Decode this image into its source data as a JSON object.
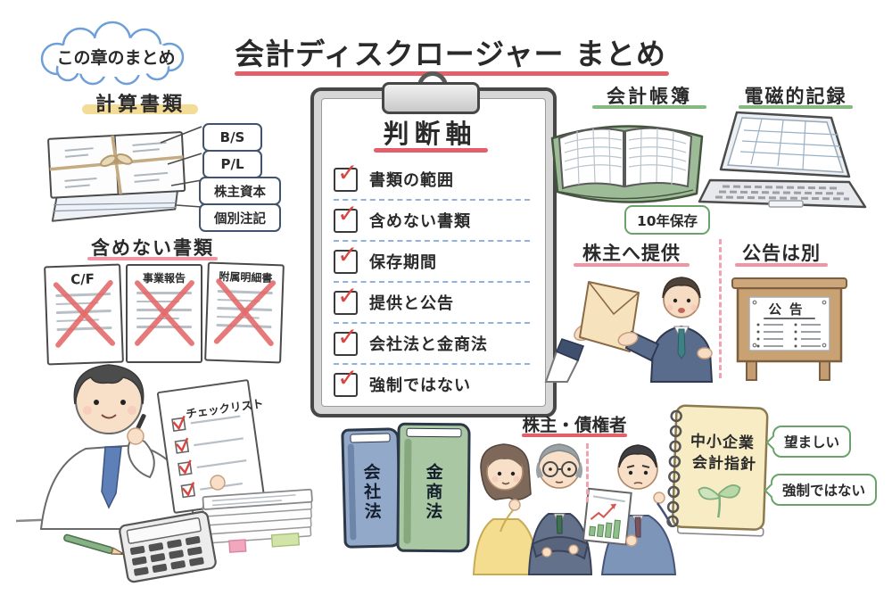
{
  "badge": {
    "text": "この章のまとめ"
  },
  "title": {
    "text": "会計ディスクロージャー まとめ"
  },
  "keisan": {
    "title": "計算書類",
    "labels": [
      "B/S",
      "P/L",
      "株主資本",
      "個別注記"
    ]
  },
  "fukumenai": {
    "title": "含めない書類",
    "docs": [
      "C/F",
      "事業報告",
      "附属明細書"
    ]
  },
  "clipboard": {
    "title": "判断軸",
    "check": "✓",
    "items": [
      "書類の範囲",
      "含めない書類",
      "保存期間",
      "提供と公告",
      "会社法と金商法",
      "強制ではない"
    ]
  },
  "ledger": {
    "title": "会計帳簿",
    "badge": "10年保存"
  },
  "digital": {
    "title": "電磁的記録"
  },
  "teikyou": {
    "title": "株主へ提供"
  },
  "koukoku": {
    "title": "公告は別",
    "board_title": "公告"
  },
  "worker": {
    "paper_title": "チェックリスト"
  },
  "books": {
    "blue": "会社法",
    "green": "金商法"
  },
  "stakeholders": {
    "title": "株主・債権者"
  },
  "notebook": {
    "line1": "中小企業",
    "line2": "会計指針",
    "bubble_top": "望ましい",
    "bubble_bottom": "強制ではない"
  },
  "colors": {
    "accent_red": "#e2606a",
    "accent_pink": "#f095a3",
    "underline_green": "#84b981",
    "cloud_blue": "#6f9fd8",
    "highlight_yellow": "#f3dc96",
    "check_red": "#d9453f",
    "dashed_blue": "#8fb3dc"
  }
}
